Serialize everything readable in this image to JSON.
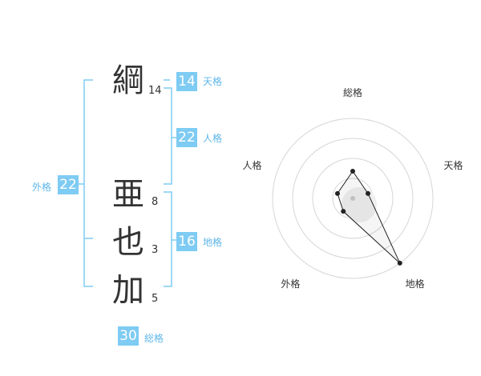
{
  "name_chars": [
    {
      "char": "綱",
      "strokes": "14"
    },
    {
      "char": "亜",
      "strokes": "8"
    },
    {
      "char": "也",
      "strokes": "3"
    },
    {
      "char": "加",
      "strokes": "5"
    }
  ],
  "fortune": {
    "tenkaku": {
      "value": "14",
      "label": "天格"
    },
    "jinkaku": {
      "value": "22",
      "label": "人格"
    },
    "chikaku": {
      "value": "16",
      "label": "地格"
    },
    "gaikaku": {
      "value": "22",
      "label": "外格"
    },
    "soukaku": {
      "value": "30",
      "label": "総格"
    }
  },
  "radar": {
    "axis_labels": [
      "総格",
      "天格",
      "地格",
      "外格",
      "人格"
    ],
    "max": 5,
    "rings": 4,
    "values": [
      1.7,
      1.0,
      5.0,
      1.0,
      1.0
    ]
  },
  "colors": {
    "accent": "#7ecbf3",
    "label": "#5fb7e9",
    "text": "#333333",
    "ring": "#d6d6d6",
    "polygon_stroke": "#222222"
  }
}
